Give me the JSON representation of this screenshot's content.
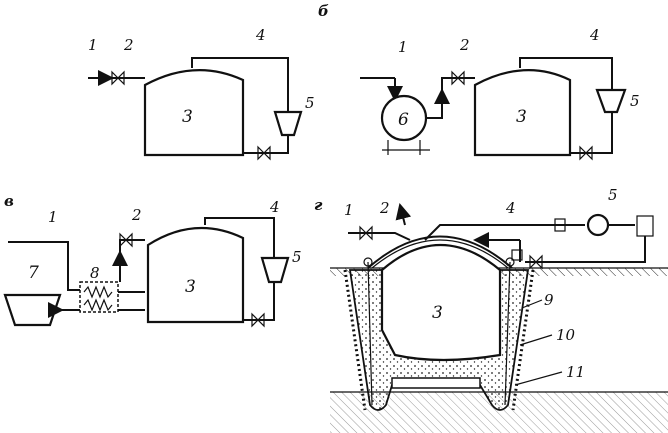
{
  "panels": {
    "b": {
      "letter": "б",
      "labels": {
        "l1": "1",
        "l2": "2",
        "l3": "3",
        "l4": "4",
        "l5": "5"
      }
    },
    "b2": {
      "labels": {
        "l1": "1",
        "l2": "2",
        "l3": "3",
        "l4": "4",
        "l5": "5",
        "l6": "6"
      }
    },
    "v": {
      "letter": "в",
      "labels": {
        "l1": "1",
        "l2": "2",
        "l3": "3",
        "l4": "4",
        "l5": "5",
        "l7": "7",
        "l8": "8"
      }
    },
    "g": {
      "letter": "г",
      "labels": {
        "l1": "1",
        "l2": "2",
        "l3": "3",
        "l4": "4",
        "l5": "5",
        "l9": "9",
        "l10": "10",
        "l11": "11"
      }
    }
  },
  "colors": {
    "ink": "#111111",
    "paper": "#ffffff",
    "soil": "#333333"
  }
}
